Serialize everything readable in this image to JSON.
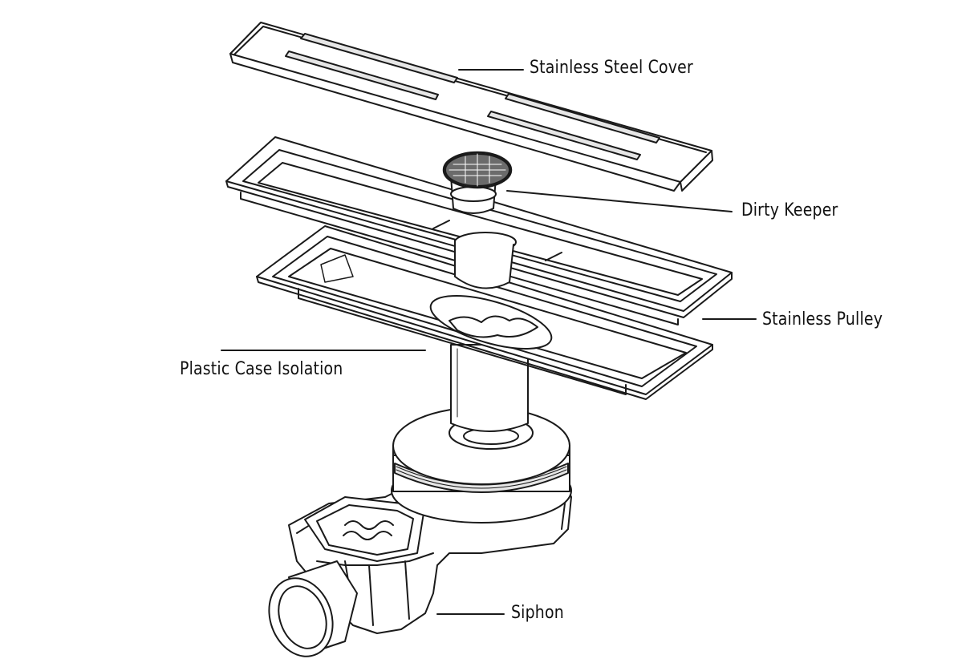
{
  "colors": {
    "background": "#ffffff",
    "stroke": "#1a1a1a",
    "fill": "#ffffff",
    "shade": "#e6e6e6",
    "dark": "#6b6b6b"
  },
  "labels": {
    "cover": "Stainless Steel Cover",
    "keeper": "Dirty Keeper",
    "pulley": "Stainless Pulley",
    "case": "Plastic Case Isolation",
    "siphon": "Siphon"
  }
}
